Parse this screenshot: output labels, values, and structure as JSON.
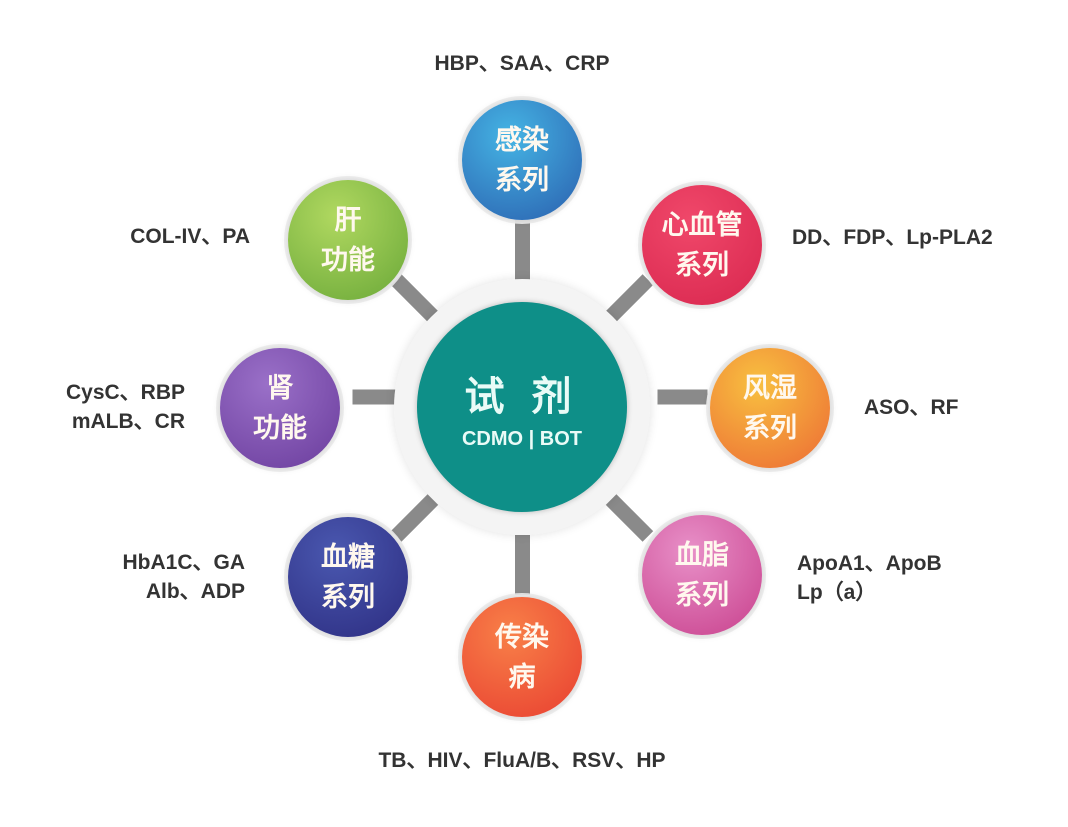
{
  "center": {
    "title": "试 剂",
    "subtitle": "CDMO | BOT",
    "color": "#0e8f88"
  },
  "nodes": [
    {
      "id": "infection",
      "line1": "感染",
      "line2": "系列",
      "items": [
        "HBP、SAA、CRP"
      ],
      "color": "#2f7fc8"
    },
    {
      "id": "cardio",
      "line1": "心血管",
      "line2": "系列",
      "items": [
        "DD、FDP、Lp-PLA2"
      ],
      "color": "#e0345e"
    },
    {
      "id": "rheum",
      "line1": "风湿",
      "line2": "系列",
      "items": [
        "ASO、RF"
      ],
      "color": "#f08a35"
    },
    {
      "id": "lipid",
      "line1": "血脂",
      "line2": "系列",
      "items": [
        "ApoA1、ApoB",
        "Lp（a）"
      ],
      "color": "#d45aa0"
    },
    {
      "id": "infectious",
      "line1": "传染",
      "line2": "病",
      "items": [
        "TB、HIV、FluA/B、RSV、HP"
      ],
      "color": "#f05a3a"
    },
    {
      "id": "glucose",
      "line1": "血糖",
      "line2": "系列",
      "items": [
        "HbA1C、GA",
        "Alb、ADP"
      ],
      "color": "#36409a"
    },
    {
      "id": "kidney",
      "line1": "肾",
      "line2": "功能",
      "items": [
        "CysC、RBP",
        "mALB、CR"
      ],
      "color": "#7a4fae"
    },
    {
      "id": "liver",
      "line1": "肝",
      "line2": "功能",
      "items": [
        "COL-IV、PA"
      ],
      "color": "#88c040"
    }
  ]
}
